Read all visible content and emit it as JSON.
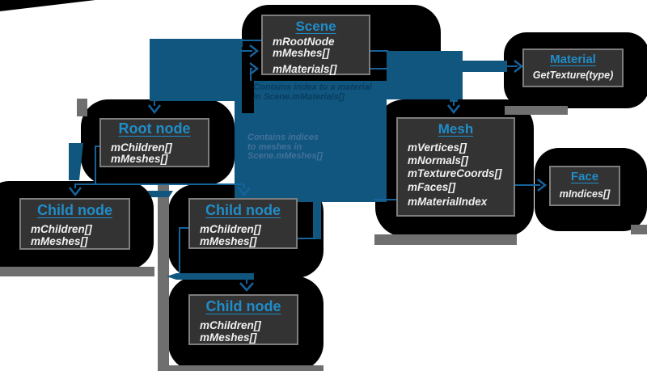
{
  "diagram": {
    "boxes": {
      "scene": {
        "title": "Scene",
        "fields": [
          "mRootNode",
          "mMeshes[]",
          "mMaterials[]"
        ]
      },
      "material": {
        "title": "Material",
        "fields": [
          "GetTexture(type)"
        ]
      },
      "mesh": {
        "title": "Mesh",
        "fields": [
          "mVertices[]",
          "mNormals[]",
          "mTextureCoords[]",
          "mFaces[]",
          "mMaterialIndex"
        ]
      },
      "face": {
        "title": "Face",
        "fields": [
          "mIndices[]"
        ]
      },
      "root_node": {
        "title": "Root node",
        "fields": [
          "mChildren[]",
          "mMeshes[]"
        ]
      },
      "child_node_left": {
        "title": "Child node",
        "fields": [
          "mChildren[]",
          "mMeshes[]"
        ]
      },
      "child_node_middle": {
        "title": "Child node",
        "fields": [
          "mChildren[]",
          "mMeshes[]"
        ]
      },
      "child_node_bottom": {
        "title": "Child node",
        "fields": [
          "mChildren[]",
          "mMeshes[]"
        ]
      }
    },
    "annotations": {
      "material_note_line1": "Contains index to a material",
      "material_note_line2": "in Scene.mMaterials[]",
      "meshes_note_line1": "Contains indices",
      "meshes_note_line2": "to meshes in",
      "meshes_note_line3": "Scene.mMeshes[]"
    },
    "colors": {
      "title_blue": "#1f8dc9",
      "connector_blue": "#15639c",
      "blob_blue": "#11567e",
      "box_background": "#333333",
      "box_border": "#7d7d7d",
      "blob_black": "#000000",
      "pinch_gray": "#6f6f6f"
    }
  }
}
